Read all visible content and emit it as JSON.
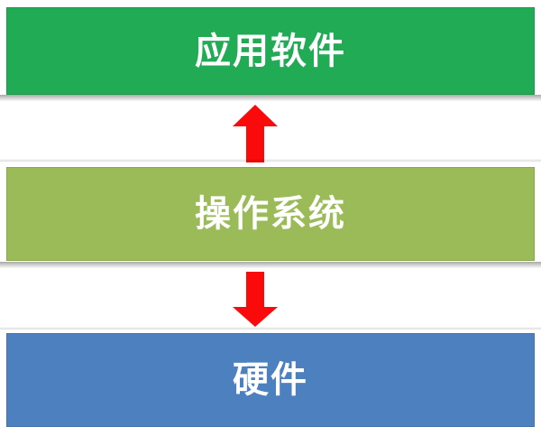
{
  "diagram": {
    "type": "layered-stack",
    "background_color": "#ffffff",
    "text_color": "#ffffff",
    "layers": [
      {
        "id": "application-software",
        "label": "应用软件",
        "color": "#21ab55"
      },
      {
        "id": "operating-system",
        "label": "操作系统",
        "color": "#9bbb59"
      },
      {
        "id": "hardware",
        "label": "硬件",
        "color": "#4d80be"
      }
    ],
    "arrows": [
      {
        "id": "os-to-application",
        "direction": "up",
        "color": "#fa0a0a"
      },
      {
        "id": "os-to-hardware",
        "direction": "down",
        "color": "#fa0a0a"
      }
    ]
  }
}
